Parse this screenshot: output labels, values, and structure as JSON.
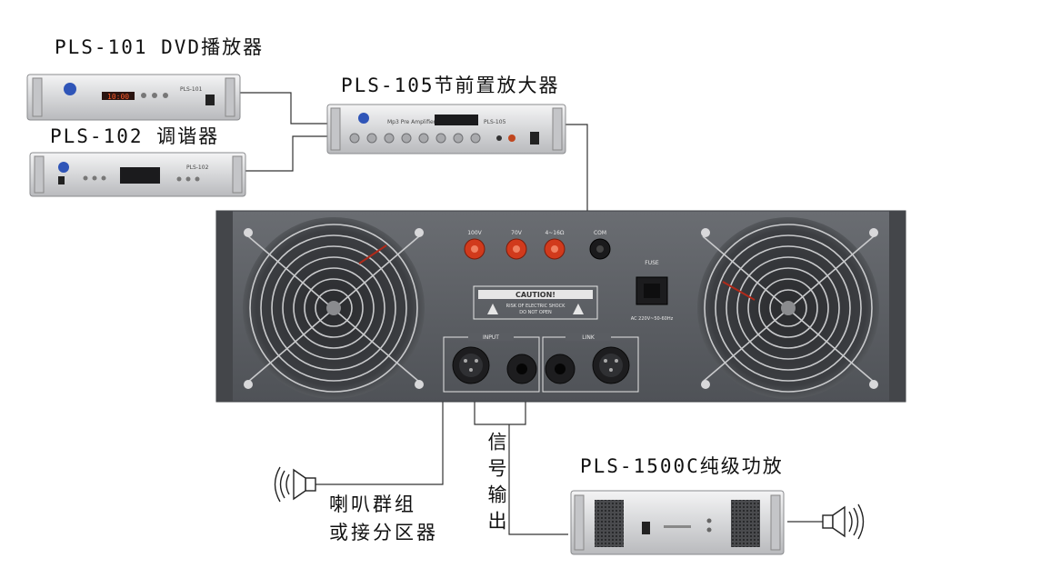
{
  "devices": {
    "dvd_player": {
      "label": "PLS-101 DVD播放器",
      "panel_model": "PLS-101"
    },
    "tuner": {
      "label": "PLS-102 调谐器",
      "panel_model": "PLS-102"
    },
    "preamp": {
      "label": "PLS-105节前置放大器",
      "panel_model": "PLS-105",
      "panel_name": "Mp3 Pre Amplifier"
    },
    "power_amp": {
      "label": "PLS-1500C纯级功放"
    }
  },
  "rear_panel": {
    "terminals": [
      "100V",
      "70V",
      "4~16Ω",
      "COM"
    ],
    "fuse_label": "FUSE",
    "power_rating": "AC 220V~50-60Hz",
    "caution_title": "CAUTION!",
    "caution_line1": "RISK OF ELECTRIC SHOCK",
    "caution_line2": "DO NOT OPEN",
    "input_label": "INPUT",
    "link_label": "LINK"
  },
  "annotations": {
    "signal_output": "信号输出",
    "speaker_group_line1": "喇叭群组",
    "speaker_group_line2": "或接分区器"
  },
  "colors": {
    "panel": "#5a5d62",
    "rack_silver": "#d9dadc",
    "terminal_red": "#d13a1c",
    "line": "#333333"
  }
}
